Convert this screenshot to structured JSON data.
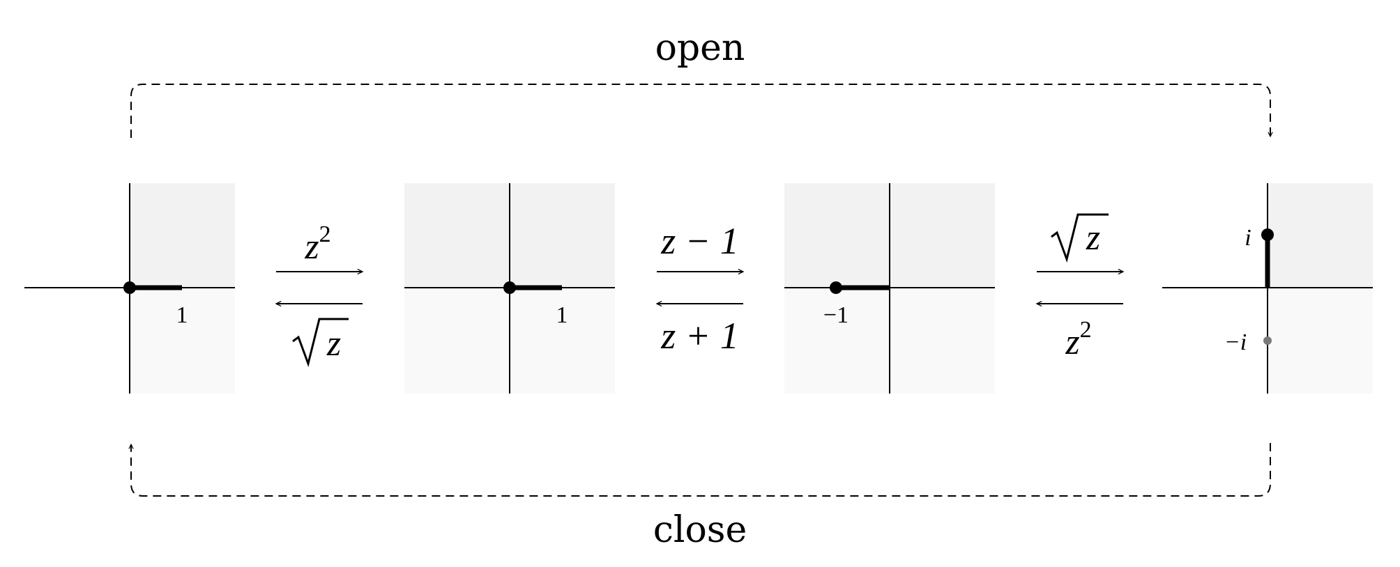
{
  "top_label": "open",
  "bottom_label": "close",
  "panels": [
    {
      "tick_label": "1"
    },
    {
      "tick_label": "1"
    },
    {
      "tick_label": "−1"
    },
    {
      "tick_top": "i",
      "tick_bottom": "−i"
    }
  ],
  "maps": [
    {
      "forward_base": "z",
      "forward_exp": "2",
      "backward_radicand": "z"
    },
    {
      "forward": "z − 1",
      "backward": "z + 1"
    },
    {
      "forward_radicand": "z",
      "backward_base": "z",
      "backward_exp": "2"
    }
  ],
  "colors": {
    "shade_dark": "#f2f2f2",
    "shade_light": "#f9f9f9",
    "stroke": "#000000",
    "gray_point": "#7a7a7a"
  }
}
